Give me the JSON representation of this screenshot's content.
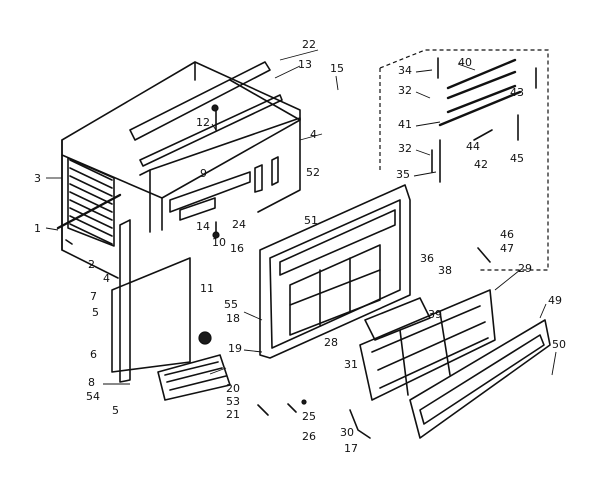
{
  "labels": {
    "l1": "1",
    "l2": "2",
    "l3": "3",
    "l4a": "4",
    "l4b": "4",
    "l5": "5",
    "l5b": "5",
    "l6": "6",
    "l7": "7",
    "l8": "8",
    "l9": "9",
    "l10": "10",
    "l11": "11",
    "l12": "12",
    "l13": "13",
    "l14": "14",
    "l15": "15",
    "l16": "16",
    "l17": "17",
    "l18": "18",
    "l19": "19",
    "l20": "20",
    "l21": "21",
    "l22": "22",
    "l24": "24",
    "l25": "25",
    "l26": "26",
    "l28": "28",
    "l29": "29",
    "l30": "30",
    "l31": "31",
    "l32a": "32",
    "l32b": "32",
    "l34": "34",
    "l35": "35",
    "l36": "36",
    "l38": "38",
    "l39": "39",
    "l40": "40",
    "l41": "41",
    "l42": "42",
    "l43": "43",
    "l44": "44",
    "l45": "45",
    "l46": "46",
    "l47": "47",
    "l49": "49",
    "l50": "50",
    "l51": "51",
    "l52": "52",
    "l53": "53",
    "l54": "54",
    "l55": "55"
  }
}
